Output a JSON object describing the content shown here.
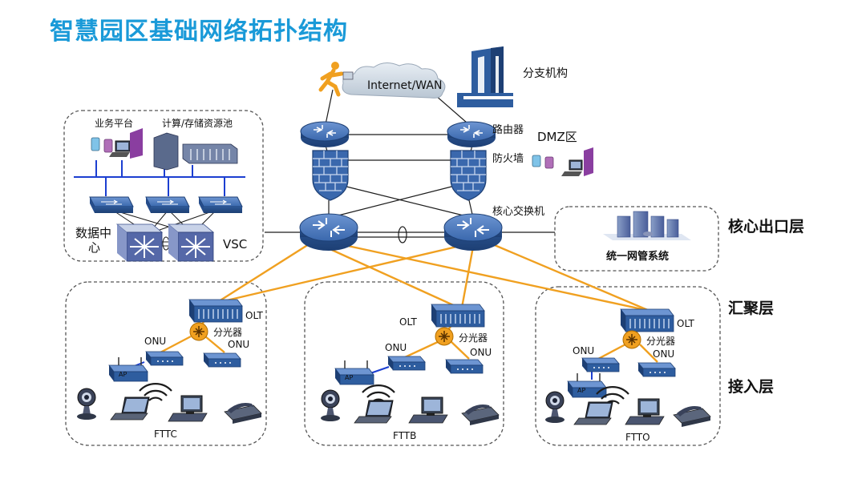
{
  "title": "智慧园区基础网络拓扑结构",
  "labels": {
    "internet": "Internet/WAN",
    "branch": "分支机构",
    "router": "路由器",
    "firewall": "防火墙",
    "dmz": "DMZ区",
    "core_switch": "核心交换机",
    "nms": "统一网管系统",
    "biz_platform": "业务平台",
    "compute_pool": "计算/存储资源池",
    "datacenter_line1": "数据中",
    "datacenter_line2": "心",
    "vsc": "VSC"
  },
  "layers": {
    "core": "核心出口层",
    "aggregation": "汇聚层",
    "access": "接入层"
  },
  "access_groups": [
    {
      "olt": "OLT",
      "splitter": "分光器",
      "onu_left": "ONU",
      "onu_right": "ONU",
      "name": "FTTC"
    },
    {
      "olt": "OLT",
      "splitter": "分光器",
      "onu_left": "ONU",
      "onu_right": "ONU",
      "name": "FTTB"
    },
    {
      "olt": "OLT",
      "splitter": "分光器",
      "onu_left": "ONU",
      "onu_right": "ONU",
      "name": "FTTO"
    }
  ],
  "icons": {
    "ap": "AP",
    "runner": "internet-user-icon",
    "cloud": "cloud-icon",
    "building": "building-icon"
  },
  "colors": {
    "title": "#1a9ad8",
    "device_blue": "#2e5d9f",
    "fiber_orange": "#f0a020",
    "lan_blue": "#1c3fd1"
  }
}
